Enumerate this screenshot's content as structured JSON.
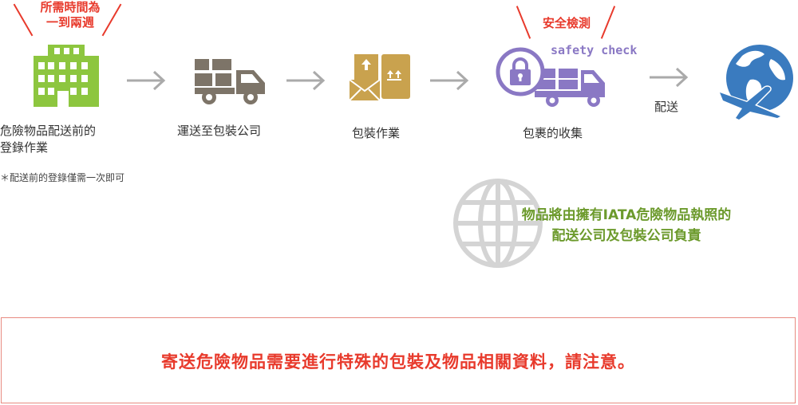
{
  "duration_note": {
    "line1": "所需時間為",
    "line2": "一到兩週"
  },
  "steps": [
    {
      "label_lines": [
        "危險物品配送前的",
        "登錄作業"
      ],
      "icon": "building-icon",
      "color": "#8dc63f"
    },
    {
      "label_lines": [
        "運送至包裝公司"
      ],
      "icon": "truck-icon",
      "color": "#7d7468"
    },
    {
      "label_lines": [
        "包裝作業"
      ],
      "icon": "package-icon",
      "color": "#c9a24e"
    },
    {
      "label_lines": [
        "包裹的收集"
      ],
      "icon": "secure-truck-icon",
      "color": "#8a78c4"
    },
    {
      "label_lines": [
        "配送"
      ],
      "icon": "globe-airplane-icon",
      "color": "#3a7bbf"
    }
  ],
  "registration_footnote": "＊配送前的登錄僅需一次即可",
  "safety_note": "安全檢測",
  "safety_check_label": "safety check",
  "iata_note": {
    "line1": "物品將由擁有IATA危險物品執照的",
    "line2": "配送公司及包裝公司負責"
  },
  "notice": "寄送危險物品需要進行特殊的包裝及物品相關資料，請注意。",
  "colors": {
    "accent_red": "#e83a2c",
    "green": "#6c9a2c",
    "arrow_gray": "#aaaaaa"
  }
}
